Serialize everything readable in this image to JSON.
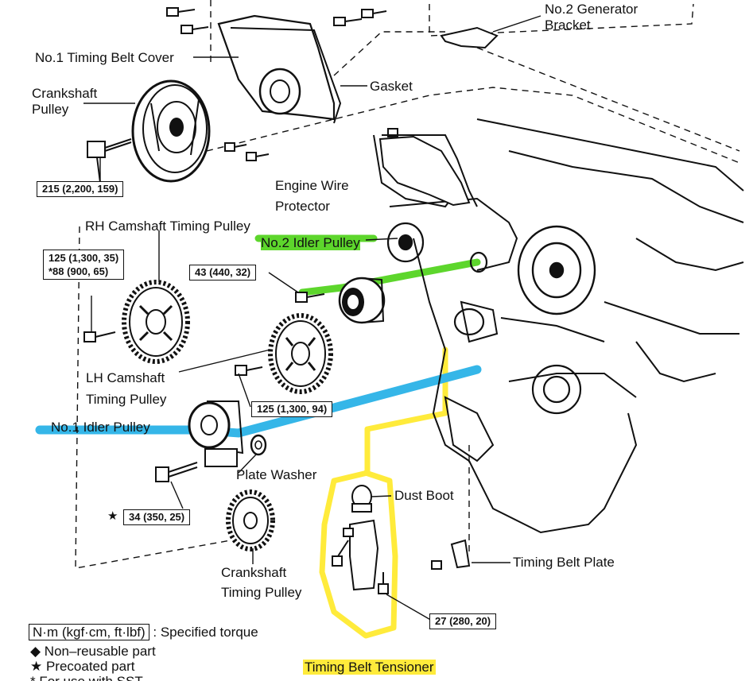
{
  "labels": {
    "gen_bracket": [
      "No.2 Generator",
      "Bracket"
    ],
    "belt_cover": "No.1 Timing Belt Cover",
    "gasket": "Gasket",
    "crank_pulley": [
      "Crankshaft",
      "Pulley"
    ],
    "torque_crank": "215 (2,200, 159)",
    "wire_protector": [
      "Engine Wire",
      "Protector"
    ],
    "rh_cam": "RH Camshaft Timing Pulley",
    "no2_idler": "No.2 Idler Pulley",
    "torque_rh_cam": [
      "125 (1,300, 35)",
      "*88 (900, 65)"
    ],
    "torque_idler2": "43 (440, 32)",
    "lh_cam": [
      "LH Camshaft",
      "Timing Pulley"
    ],
    "torque_lh_cam": "125 (1,300, 94)",
    "no1_idler": "No.1 Idler Pulley",
    "plate_washer": "Plate Washer",
    "star": "★",
    "torque_idler1": "34 (350, 25)",
    "dust_boot": "Dust Boot",
    "belt_plate": "Timing Belt Plate",
    "crank_timing": [
      "Crankshaft",
      "Timing Pulley"
    ],
    "torque_tensioner": "27 (280, 20)",
    "tensioner": "Timing Belt Tensioner"
  },
  "legend": {
    "unit_box": "N·m (kgf·cm, ft·lbf)",
    "unit_text": ": Specified torque",
    "non_reusable": "◆ Non–reusable part",
    "precoated": "★ Precoated part",
    "sst": "* For use with SST"
  },
  "colors": {
    "yellow": "#ffeb3b",
    "green": "#5dd62c",
    "blue": "#35b6e8"
  }
}
